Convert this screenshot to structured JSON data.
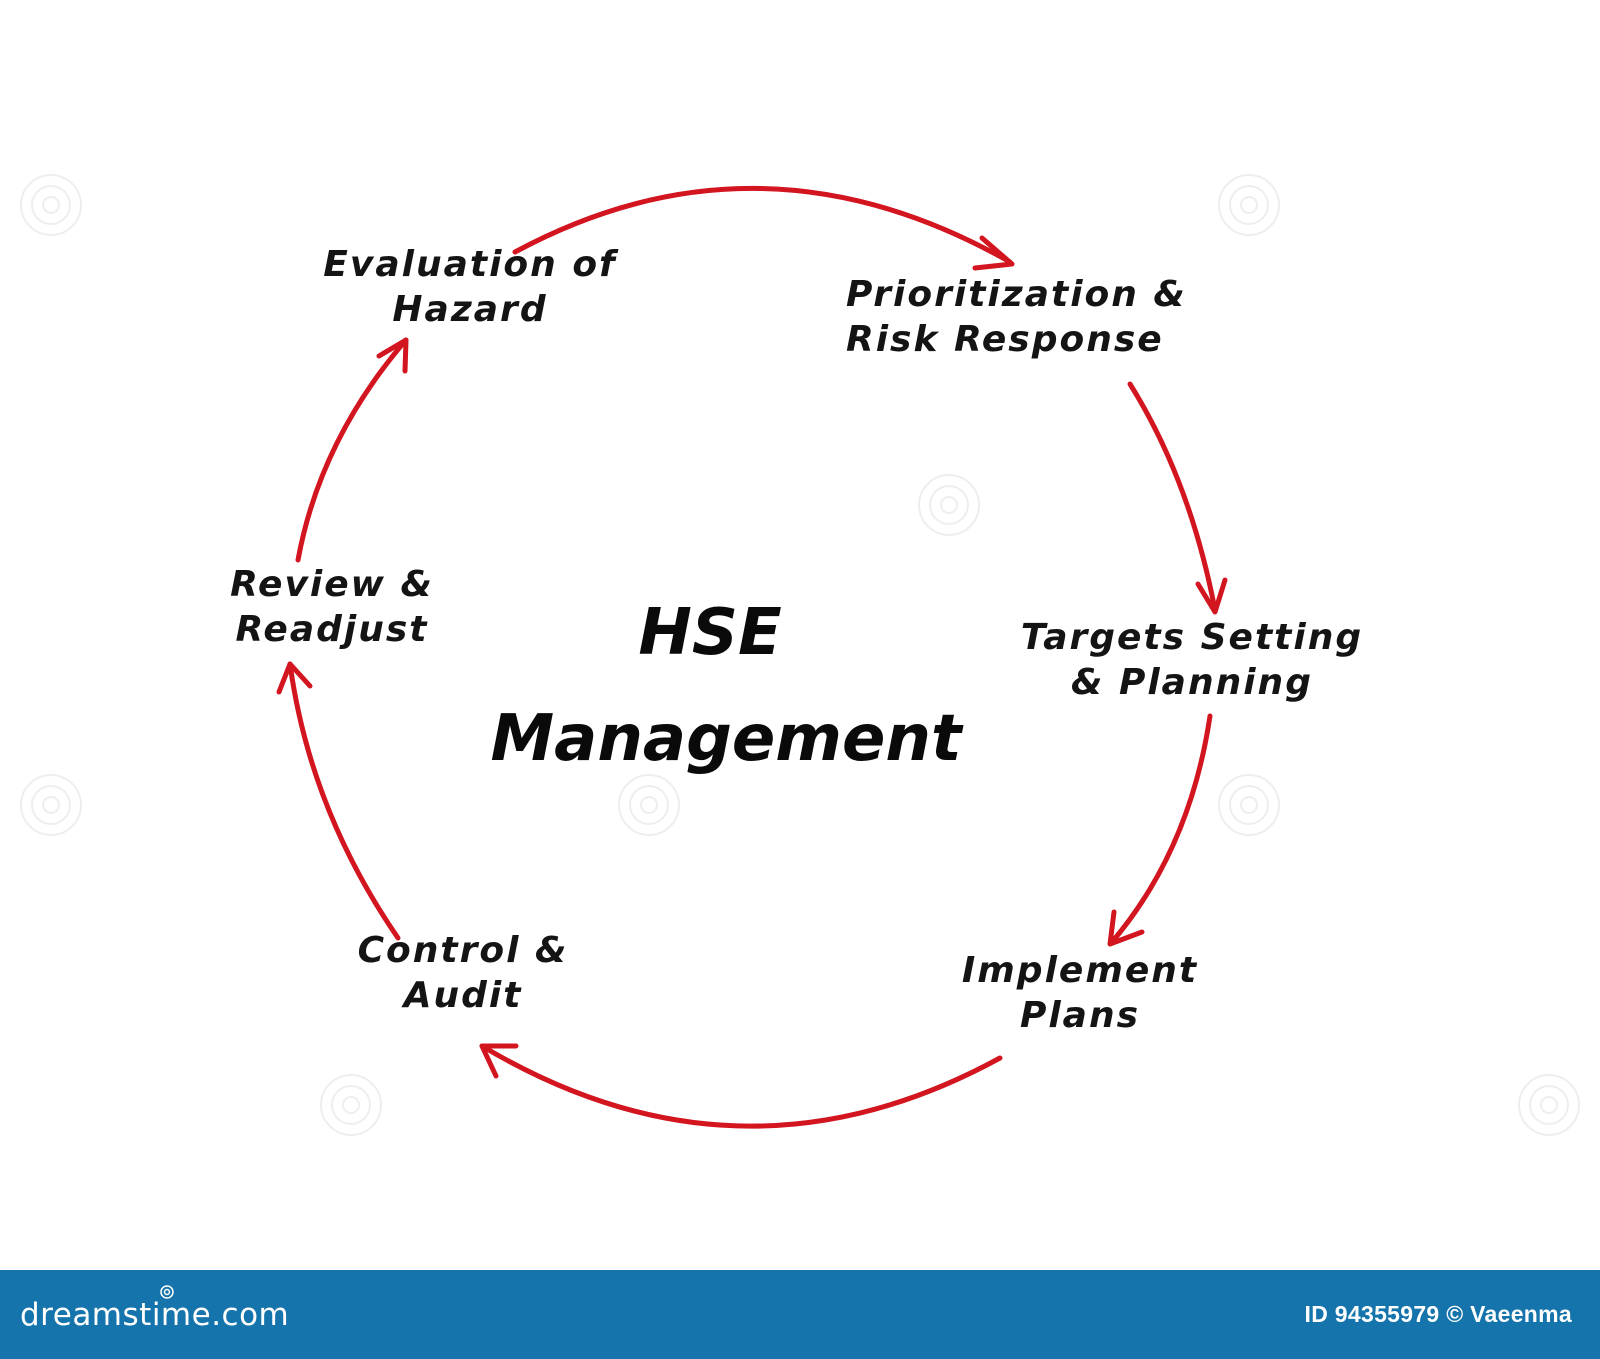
{
  "diagram": {
    "title_line1": "HSE",
    "title_line2": "Management",
    "arrow_color": "#d2151f",
    "steps": [
      {
        "id": "evaluation",
        "line1": "Evaluation of",
        "line2": "Hazard"
      },
      {
        "id": "prioritization",
        "line1": "Prioritization &",
        "line2": "Risk Response"
      },
      {
        "id": "targets",
        "line1": "Targets Setting",
        "line2": "& Planning"
      },
      {
        "id": "implement",
        "line1": "Implement",
        "line2": "Plans"
      },
      {
        "id": "control",
        "line1": "Control &",
        "line2": "Audit"
      },
      {
        "id": "review",
        "line1": "Review &",
        "line2": "Readjust"
      }
    ]
  },
  "footer": {
    "brand": "dreamstime.com",
    "brand_color": "#1474ab",
    "image_id": "ID 94355979 © Vaeenma"
  }
}
